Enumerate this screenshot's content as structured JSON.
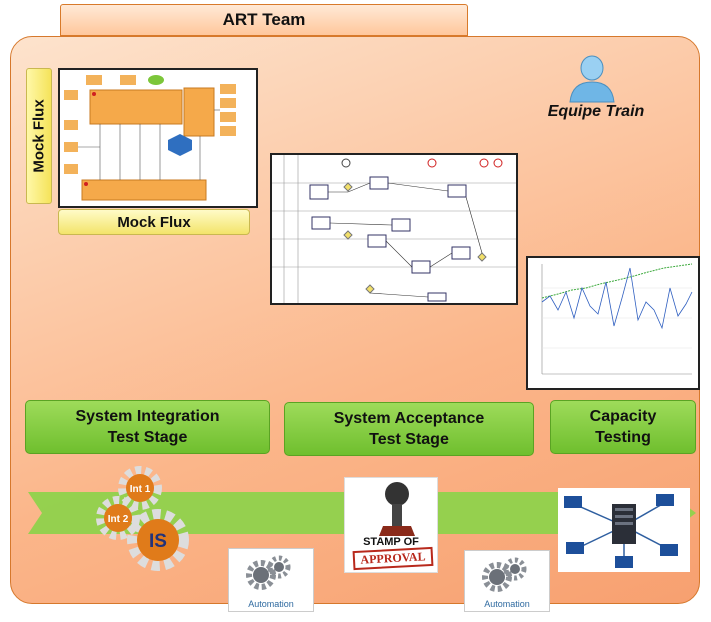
{
  "header": {
    "title": "ART Team"
  },
  "mock_flux": {
    "side_label": "Mock Flux",
    "label": "Mock Flux"
  },
  "team": {
    "label": "Equipe Train",
    "icon": "person-icon"
  },
  "stages": [
    {
      "line1": "System Integration",
      "line2": "Test Stage"
    },
    {
      "line1": "System Acceptance",
      "line2": "Test Stage"
    },
    {
      "line1": "Capacity",
      "line2": "Testing"
    }
  ],
  "gears": {
    "gear1": "Int 1",
    "gear2": "Int 2",
    "main": "IS"
  },
  "stamp": {
    "line1": "STAMP OF",
    "line2": "APPROVAL"
  },
  "automation": {
    "label": "Automation"
  },
  "colors": {
    "panel": "#fbb68a",
    "panel_border": "#d6782c",
    "stage_green": "#7cc63a",
    "arrow_green": "#8fd24c",
    "gear_orange": "#e07b1a"
  }
}
